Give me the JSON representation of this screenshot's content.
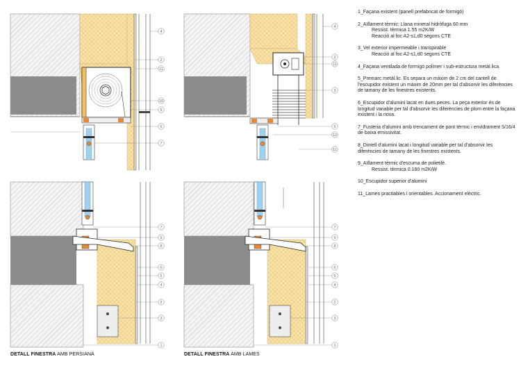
{
  "captions": [
    {
      "bold": "DETALL FINESTRA",
      "rest": " AMB PERSIANA"
    },
    {
      "bold": "DETALL FINESTRA",
      "rest": " AMB LAMES"
    }
  ],
  "callouts": {
    "persiana_top": [
      "4",
      "2",
      "11",
      "10",
      "5",
      "6",
      "7"
    ],
    "lames_top": [
      "4",
      "2",
      "11",
      "3",
      "6",
      "12",
      "11"
    ],
    "persiana_bottom": [
      "7",
      "9",
      "8",
      "6",
      "5",
      "4",
      "2",
      "3",
      "1"
    ],
    "lames_bottom": [
      "7",
      "9",
      "8",
      "6",
      "5",
      "4",
      "2",
      "3",
      "1"
    ]
  },
  "legend": [
    {
      "title": "1_Façana existent (panell prefabricat de formigó)",
      "lines": []
    },
    {
      "title": "2_Aïllament tèrmic: Llana mineral hidròfuga 60 mm",
      "lines": [
        "Ressist. tèrmica 1.55 m2K/W",
        "Reacció al foc A2-s1,d0 segons CTE"
      ]
    },
    {
      "title": "3_Vel exterior impermeable i transpirable",
      "lines": [
        "Reacció al foc A2-s1,d0 segons CTE"
      ]
    },
    {
      "title": "4_Façana ventilada de formigó polímer i sub-estructura metàl.lica",
      "lines": []
    },
    {
      "title": "5_Premarc metàl.lic. Es separa un màxim de 2 cm del cantell de l'escupidor existent un màxim de 20mm per tal d'absorvir les diferències de tamany de les finestres existents.",
      "lines": []
    },
    {
      "title": "6_Escupidor d'alumini lacat en dues peces. La peça exterior és de longitud variable per tal d'absorvir les diferències de plom entre la façana existent i la nova.",
      "lines": []
    },
    {
      "title": "7_Fusteria d'alumini amb trencament de pont tèrmic i envidrament 5/16/4 de baixa emissivitat.",
      "lines": []
    },
    {
      "title": "8_Dintell d'alumini lacat i longitud variable per tal d'absorvir les diferències de tamany de les finestres existents.",
      "lines": []
    },
    {
      "title": "9_Aïllament tèrmic d'escuma de polietilè.",
      "lines": [
        "Ressist. tèrmica 0.160 m2K/W"
      ]
    },
    {
      "title": "10_Escupidor superior d'alumini",
      "lines": []
    },
    {
      "title": "11_Lames practiables i orientables. Accionament elèctric.",
      "lines": []
    }
  ]
}
